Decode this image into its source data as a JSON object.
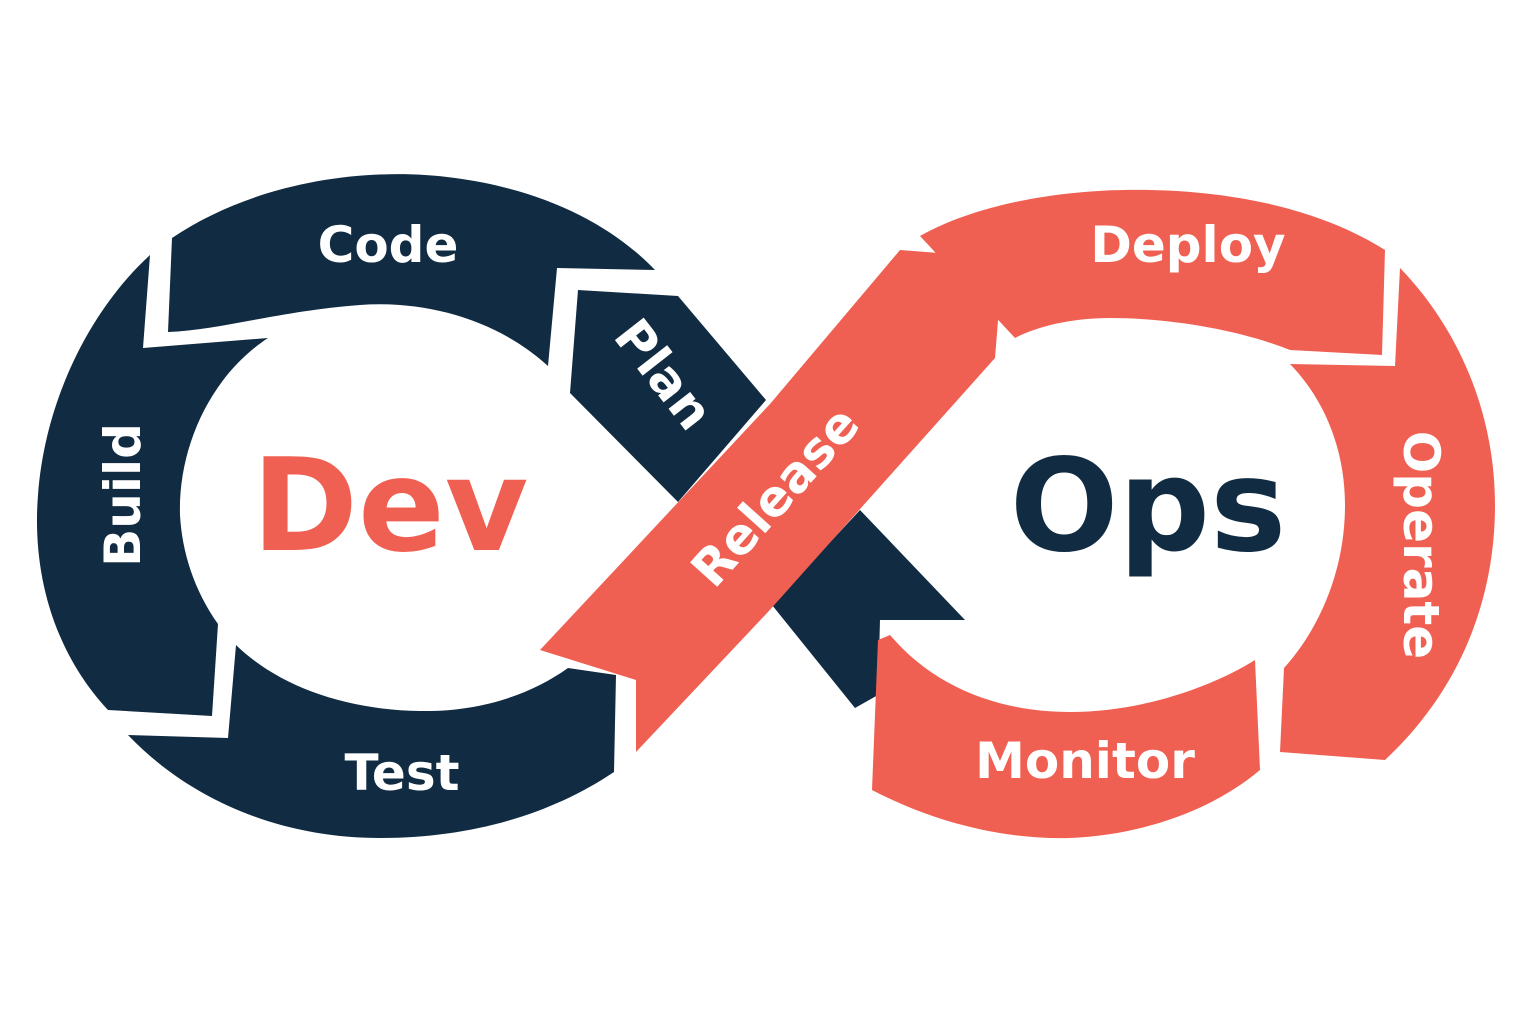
{
  "diagram": {
    "colors": {
      "dev": "#112c42",
      "ops": "#f06052",
      "background": "#ffffff"
    },
    "dev_label": "Dev",
    "ops_label": "Ops",
    "stages": {
      "plan": "Plan",
      "code": "Code",
      "build": "Build",
      "test": "Test",
      "release": "Release",
      "deploy": "Deploy",
      "operate": "Operate",
      "monitor": "Monitor"
    }
  }
}
